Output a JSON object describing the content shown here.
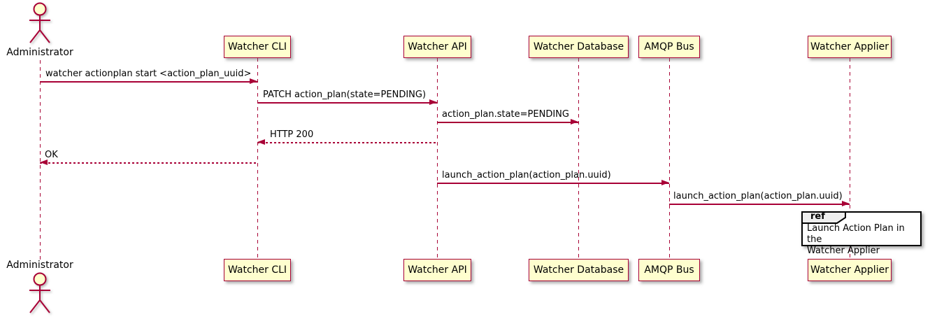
{
  "diagram_type": "sequence",
  "actor": {
    "label": "Administrator"
  },
  "participants": [
    {
      "label": "Watcher CLI"
    },
    {
      "label": "Watcher API"
    },
    {
      "label": "Watcher Database"
    },
    {
      "label": "AMQP Bus"
    },
    {
      "label": "Watcher Applier"
    }
  ],
  "messages": [
    {
      "from": "Administrator",
      "to": "Watcher CLI",
      "label": "watcher actionplan start <action_plan_uuid>",
      "line": "solid",
      "direction": "right"
    },
    {
      "from": "Watcher CLI",
      "to": "Watcher API",
      "label": "PATCH action_plan(state=PENDING)",
      "line": "solid",
      "direction": "right"
    },
    {
      "from": "Watcher API",
      "to": "Watcher Database",
      "label": "action_plan.state=PENDING",
      "line": "solid",
      "direction": "right"
    },
    {
      "from": "Watcher API",
      "to": "Watcher CLI",
      "label": "HTTP 200",
      "line": "dashed",
      "direction": "left"
    },
    {
      "from": "Watcher CLI",
      "to": "Administrator",
      "label": "OK",
      "line": "dashed",
      "direction": "left"
    },
    {
      "from": "Watcher API",
      "to": "AMQP Bus",
      "label": "launch_action_plan(action_plan.uuid)",
      "line": "solid",
      "direction": "right"
    },
    {
      "from": "AMQP Bus",
      "to": "Watcher Applier",
      "label": "launch_action_plan(action_plan.uuid)",
      "line": "solid",
      "direction": "right"
    }
  ],
  "ref_fragment": {
    "keyword": "ref",
    "text": "Launch Action Plan in the\nWatcher Applier"
  },
  "colors": {
    "participant_fill": "#FEFECE",
    "stroke": "#A80036",
    "text": "#000000",
    "ref_border": "#000000",
    "ref_label_fill": "#EEEEEE",
    "background": "#FFFFFF"
  }
}
